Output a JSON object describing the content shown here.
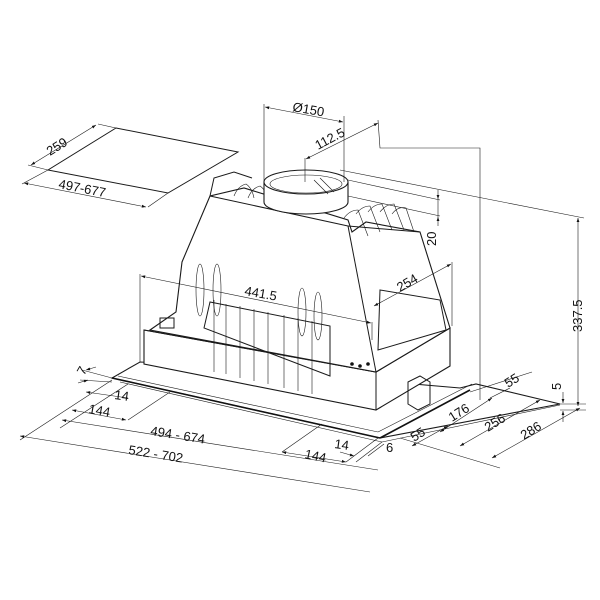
{
  "diagram": {
    "type": "technical-dimension-drawing",
    "subject": "built-in cooker hood insert with cut-out template",
    "unit": "mm"
  },
  "cutout": {
    "depth": "259",
    "width": "497-677"
  },
  "top": {
    "outlet_diameter": "Ø150",
    "outlet_offset": "112.5",
    "collar_height": "20"
  },
  "body": {
    "motor_width": "441.5",
    "motor_depth": "254",
    "total_height": "337.5",
    "frame_thickness": "5"
  },
  "front_left": {
    "d7": "7",
    "d14": "14",
    "d144": "144",
    "inner_width": "494 - 674",
    "outer_width": "522 - 702"
  },
  "front_right": {
    "d144": "144",
    "d14": "14",
    "d6": "6"
  },
  "side": {
    "d55_front": "55",
    "d176": "176",
    "d256": "256",
    "d286": "286",
    "d55_back": "55"
  }
}
